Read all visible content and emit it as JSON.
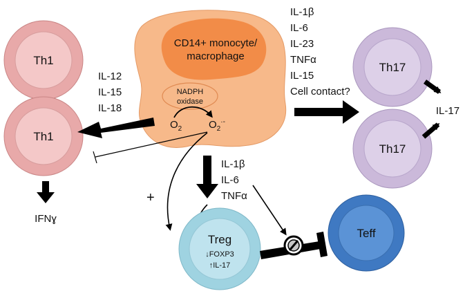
{
  "colors": {
    "th1_outer": "#e8a9a9",
    "th1_inner": "#f4c8c8",
    "th17_outer": "#cbb9da",
    "th17_inner": "#ddd0e8",
    "monocyte_body": "#f7b98a",
    "monocyte_nucleus": "#f28c48",
    "treg_outer": "#9fd3e1",
    "treg_inner": "#bfe3ee",
    "teff_outer": "#3f79c2",
    "teff_inner": "#5b93d6",
    "arrow": "#000000"
  },
  "cells": {
    "th1_top": "Th1",
    "th1_bottom": "Th1",
    "th17_top": "Th17",
    "th17_bottom": "Th17",
    "monocyte": [
      "CD14+ monocyte/",
      "macrophage"
    ],
    "nadph": [
      "NADPH",
      "oxidase"
    ],
    "treg": "Treg",
    "treg_foxp3": "↓FOXP3",
    "treg_il17": "↑IL-17",
    "teff": "Teff"
  },
  "chemistry": {
    "o2": "O",
    "o2_sub": "2",
    "superoxide": "O",
    "superoxide_sub": "2",
    "superoxide_sup": "·-"
  },
  "labels": {
    "th1_cytokines": [
      "IL-12",
      "IL-15",
      "IL-18"
    ],
    "th17_cytokines": [
      "IL-1β",
      "IL-6",
      "IL-23",
      "TNFα",
      "IL-15",
      "Cell contact?"
    ],
    "treg_cytokines": [
      "IL-1β",
      "IL-6",
      "TNFα"
    ],
    "il17": "IL-17",
    "ifng": "IFNɣ",
    "plus": "+"
  }
}
